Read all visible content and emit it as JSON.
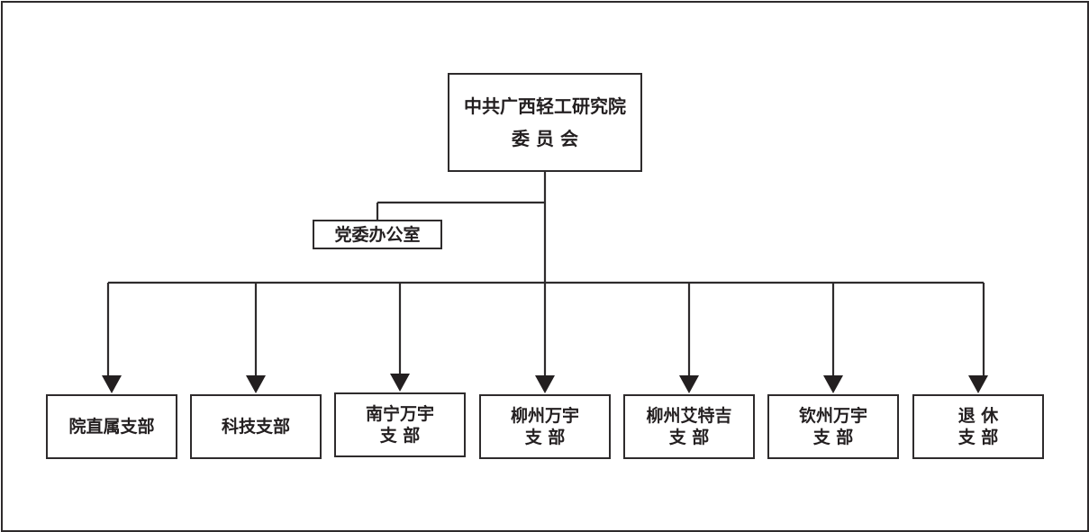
{
  "colors": {
    "line": "#2e2b2c",
    "text": "#231f20",
    "background": "#ffffff"
  },
  "root": {
    "line1": "中共广西轻工研究院",
    "line2": "委 员 会"
  },
  "office": {
    "label": "党委办公室"
  },
  "branches": [
    {
      "lines": [
        "院直属支部"
      ]
    },
    {
      "lines": [
        "科技支部"
      ]
    },
    {
      "lines": [
        "南宁万宇",
        "支 部"
      ]
    },
    {
      "lines": [
        "柳州万宇",
        "支 部"
      ]
    },
    {
      "lines": [
        "柳州艾特吉",
        "支 部"
      ]
    },
    {
      "lines": [
        "钦州万宇",
        "支 部"
      ]
    },
    {
      "lines": [
        "退 休",
        "支 部"
      ]
    }
  ]
}
